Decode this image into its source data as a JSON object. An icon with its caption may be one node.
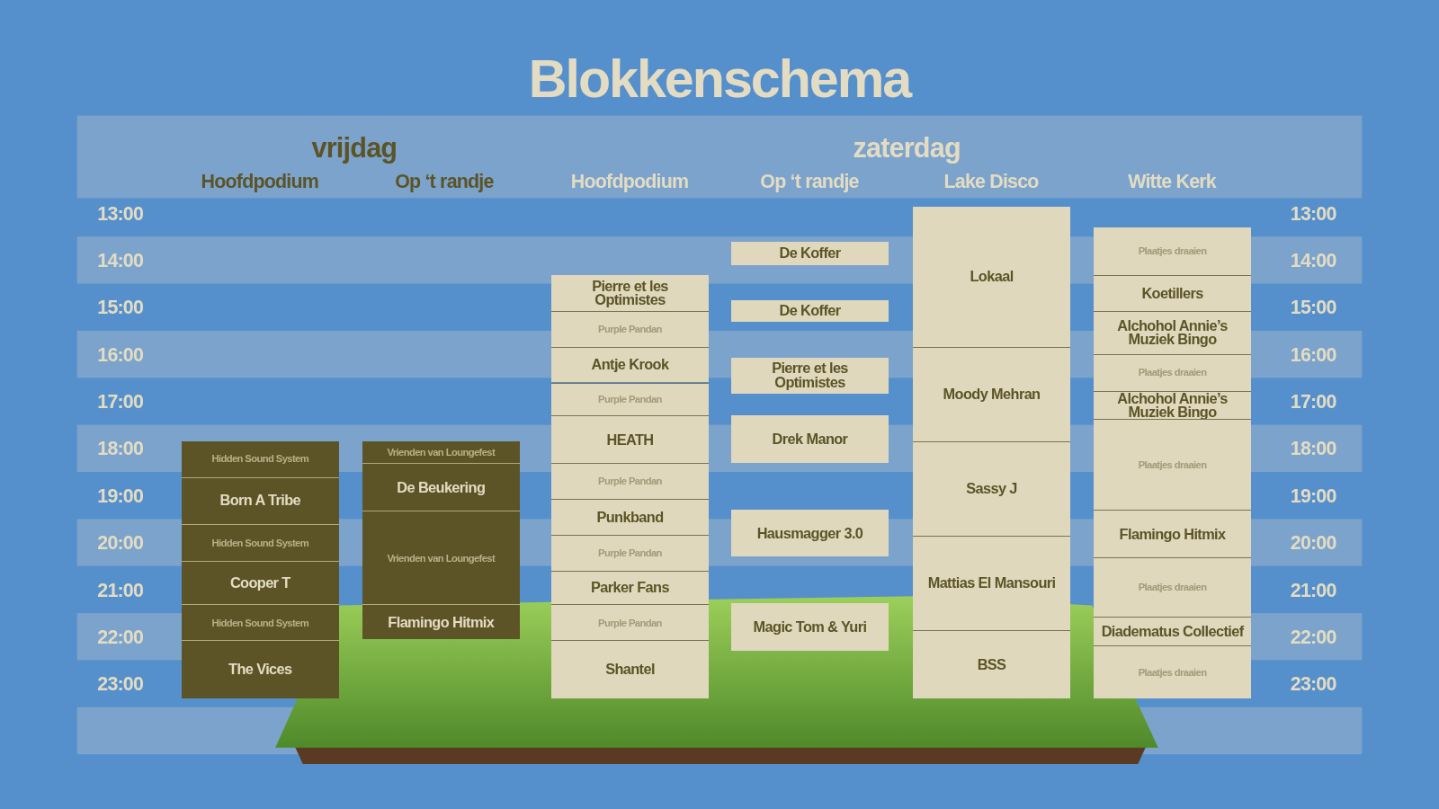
{
  "diagram": {
    "title": "Blokkenschema",
    "nodes": [
      {
        "text": [
          "Hidden Sound System"
        ]
      },
      {
        "text": [
          "Born A Tribe"
        ]
      },
      {
        "text": [
          "Hidden Sound System"
        ]
      },
      {
        "text": [
          "Cooper T"
        ]
      },
      {
        "text": [
          "Hidden Sound System"
        ]
      },
      {
        "text": [
          "The Vices"
        ]
      },
      {
        "text": [
          "Vrienden van Loungefest"
        ]
      },
      {
        "text": [
          "De Beukering"
        ]
      },
      {
        "text": [
          "Vrienden van Loungefest"
        ]
      },
      {
        "text": [
          "Flamingo Hitmix"
        ]
      },
      {
        "text": [
          "Pierre et les Optimistes"
        ]
      },
      {
        "text": [
          "Purple Pandan"
        ]
      },
      {
        "text": [
          "Antje Krook"
        ]
      },
      {
        "text": [
          "Purple Pandan"
        ]
      },
      {
        "text": [
          "HEATH"
        ]
      },
      {
        "text": [
          "Purple Pandan"
        ]
      },
      {
        "text": [
          "Punkband"
        ]
      },
      {
        "text": [
          "Purple Pandan"
        ]
      },
      {
        "text": [
          "Parker Fans"
        ]
      },
      {
        "text": [
          "Purple Pandan"
        ]
      },
      {
        "text": [
          "Shantel"
        ]
      },
      {
        "text": [
          "De Koffer"
        ]
      },
      {
        "text": [
          "De Koffer"
        ]
      },
      {
        "text": [
          "Pierre et les Optimistes"
        ]
      },
      {
        "text": [
          "Drek Manor"
        ]
      },
      {
        "text": [
          "Hausmagger 3.0"
        ]
      },
      {
        "text": [
          "Magic Tom & Yuri"
        ]
      },
      {
        "text": [
          "Lokaal"
        ]
      },
      {
        "text": [
          "Moody Mehran"
        ]
      },
      {
        "text": [
          "Sassy J"
        ]
      },
      {
        "text": [
          "Mattias El Mansouri"
        ]
      },
      {
        "text": [
          "BSS"
        ]
      },
      {
        "text": [
          "Plaatjes draaien"
        ]
      },
      {
        "text": [
          "Koetillers"
        ]
      },
      {
        "text": [
          "Alchohol Annie’s Muziek Bingo"
        ]
      },
      {
        "text": [
          "Plaatjes draaien"
        ]
      },
      {
        "text": [
          "Alchohol Annie’s Muziek Bingo"
        ]
      },
      {
        "text": [
          "Plaatjes draaien"
        ]
      },
      {
        "text": [
          "Flamingo Hitmix"
        ]
      },
      {
        "text": [
          "Plaatjes draaien"
        ]
      },
      {
        "text": [
          "Diadematus Collectief"
        ]
      },
      {
        "text": [
          "Plaatjes draaien"
        ]
      }
    ],
    "labels": [
      "vrijdag",
      "zaterdag",
      "Hoofdpodium",
      "Op ‘t randje",
      "Hoofdpodium",
      "Op ‘t randje",
      "Lake Disco",
      "Witte Kerk",
      "13:00",
      "13:00",
      "14:00",
      "14:00",
      "15:00",
      "15:00",
      "16:00",
      "16:00",
      "17:00",
      "17:00",
      "18:00",
      "18:00",
      "19:00",
      "19:00",
      "20:00",
      "20:00",
      "21:00",
      "21:00",
      "22:00",
      "22:00",
      "23:00",
      "23:00"
    ]
  }
}
